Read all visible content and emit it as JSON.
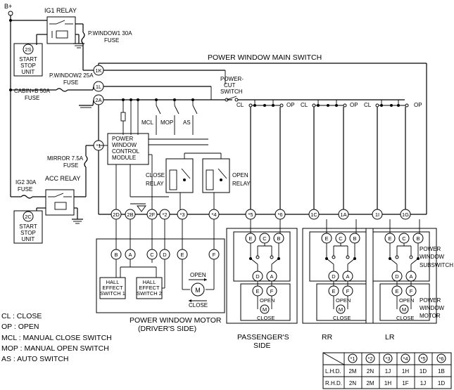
{
  "supply": {
    "label": "B+"
  },
  "ig1_relay": {
    "label": "IG1 RELAY"
  },
  "acc_relay": {
    "label": "ACC RELAY"
  },
  "start_stop_unit": {
    "line1": "START",
    "line2": "STOP",
    "line3": "UNIT"
  },
  "start_stop_upper": {
    "terminal": "2S"
  },
  "start_stop_lower": {
    "terminal": "2C"
  },
  "fuses": {
    "pwindow1": {
      "line1": "P.WINDOW1 30A",
      "line2": "FUSE"
    },
    "pwindow2": {
      "line1": "P.WINDOW2 25A",
      "line2": "FUSE"
    },
    "cabin": {
      "line1": "CABIN+B 50A",
      "line2": "FUSE"
    },
    "mirror": {
      "line1": "MIRROR 7.5A",
      "line2": "FUSE"
    },
    "ig2": {
      "line1": "IG2 30A",
      "line2": "FUSE"
    }
  },
  "main_switch": {
    "title": "POWER WINDOW MAIN SWITCH"
  },
  "power_cut_switch": {
    "line1": "POWER-",
    "line2": "CUT",
    "line3": "SWITCH"
  },
  "control_module": {
    "line1": "POWER",
    "line2": "WINDOW",
    "line3": "CONTROL",
    "line4": "MODULE"
  },
  "switches": {
    "mcl": "MCL",
    "mop": "MOP",
    "as": "AS"
  },
  "close_relay": {
    "line1": "CLOSE",
    "line2": "RELAY"
  },
  "open_relay": {
    "line1": "OPEN",
    "line2": "RELAY"
  },
  "cl_label": "CL",
  "op_label": "OP",
  "main_terminals": {
    "k1": "1K",
    "l1": "1L",
    "a2": "2A",
    "s1": "*1",
    "d2": "2D",
    "b2": "2B",
    "f2": "2F",
    "s2": "*2",
    "s3": "*3",
    "s4": "*4",
    "s5": "*5",
    "s6": "*6",
    "c1": "1C",
    "a1": "1A",
    "i1": "1I",
    "g1": "1G"
  },
  "sub_terminals": {
    "e": "E",
    "c": "C",
    "b": "B",
    "d": "D",
    "a": "A",
    "f": "F"
  },
  "motor_terminals": {
    "b": "B",
    "a": "A",
    "c": "C",
    "d": "D",
    "e": "E",
    "f": "F"
  },
  "hall1": {
    "line1": "HALL",
    "line2": "EFFECT",
    "line3": "SWITCH 1"
  },
  "hall2": {
    "line1": "HALL",
    "line2": "EFFECT",
    "line3": "SWITCH 2"
  },
  "motor": {
    "open": "OPEN",
    "close": "CLOSE",
    "symbol": "M"
  },
  "driver_motor": {
    "line1": "POWER WINDOW MOTOR",
    "line2": "(DRIVER'S SIDE)"
  },
  "door_labels": {
    "passenger_line1": "PASSENGER'S",
    "passenger_line2": "SIDE",
    "rr": "RR",
    "lr": "LR"
  },
  "right_labels": {
    "subswitch_line1": "POWER",
    "subswitch_line2": "WINDOW",
    "subswitch_line3": "SUBSWITCH",
    "motor_line1": "POWER",
    "motor_line2": "WINDOW",
    "motor_line3": "MOTOR"
  },
  "legend": [
    "CL : CLOSE",
    "OP : OPEN",
    "MCL : MANUAL CLOSE SWITCH",
    "MOP : MANUAL OPEN SWITCH",
    "AS : AUTO SWITCH"
  ],
  "pin_table": {
    "headers": [
      "*1",
      "*2",
      "*3",
      "*4",
      "*5",
      "*6"
    ],
    "rows": [
      {
        "label": "L.H.D.",
        "values": [
          "2M",
          "2N",
          "1J",
          "1H",
          "1D",
          "1B"
        ]
      },
      {
        "label": "R.H.D.",
        "values": [
          "2N",
          "2M",
          "1H",
          "1F",
          "1J",
          "1D"
        ]
      }
    ]
  }
}
